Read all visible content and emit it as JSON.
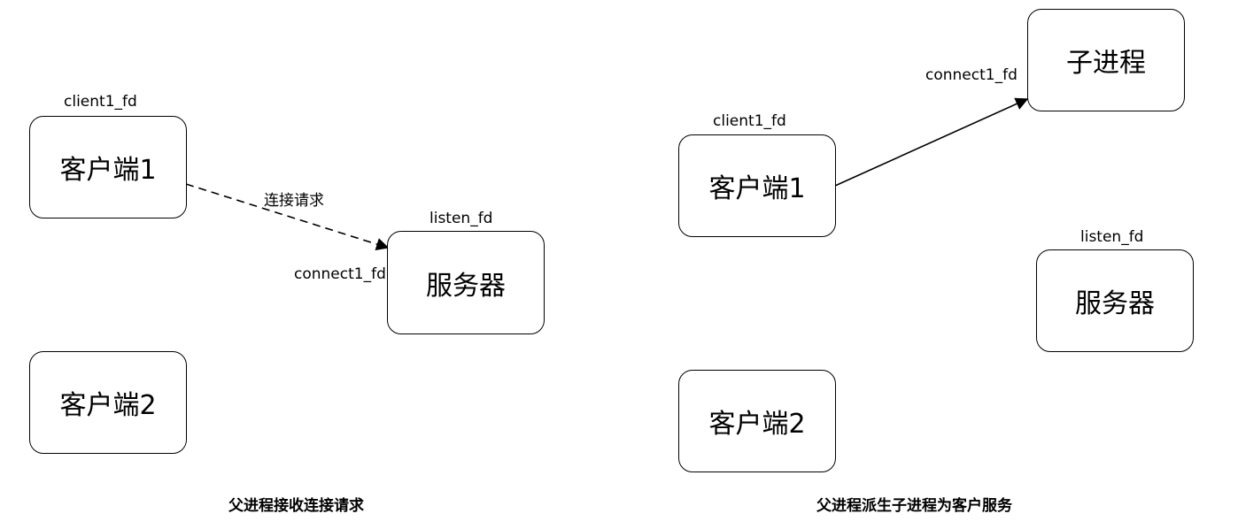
{
  "left_panel": {
    "client1_label": "client1_fd",
    "client1": "客户端1",
    "request_label": "连接请求",
    "listen_label": "listen_fd",
    "connect_label": "connect1_fd",
    "server": "服务器",
    "client2": "客户端2",
    "caption": "父进程接收连接请求"
  },
  "right_panel": {
    "child": "子进程",
    "connect_label": "connect1_fd",
    "client1_label": "client1_fd",
    "client1": "客户端1",
    "listen_label": "listen_fd",
    "server": "服务器",
    "client2": "客户端2",
    "caption": "父进程派生子进程为客户服务"
  }
}
